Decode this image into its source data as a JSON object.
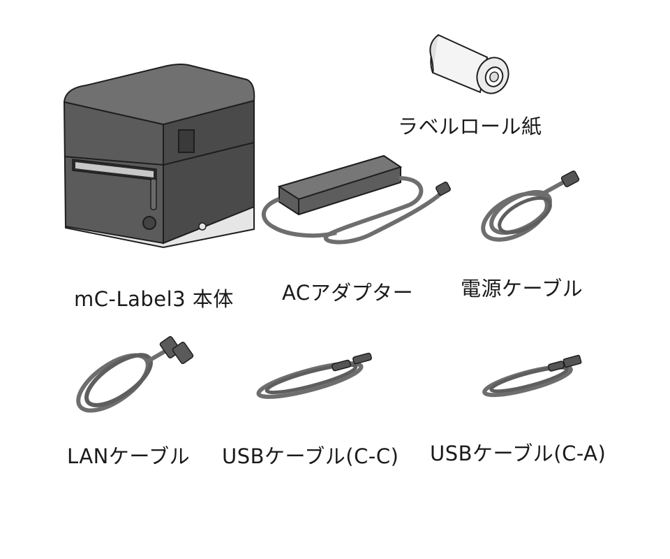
{
  "items": [
    {
      "label": "ラベルロール紙",
      "icon": "paper-roll-icon"
    },
    {
      "label": "mC-Label3 本体",
      "icon": "printer-icon"
    },
    {
      "label": "ACアダプター",
      "icon": "ac-adapter-icon"
    },
    {
      "label": "電源ケーブル",
      "icon": "power-cable-icon"
    },
    {
      "label": "LANケーブル",
      "icon": "lan-cable-icon"
    },
    {
      "label": "USBケーブル(C-C)",
      "icon": "usb-c-c-cable-icon"
    },
    {
      "label": "USBケーブル(C-A)",
      "icon": "usb-c-a-cable-icon"
    }
  ],
  "colors": {
    "printer_body": "#5b5b5b",
    "printer_base": "#e6e6e6",
    "cable": "#6e6e6e",
    "outline": "#1e1e1e"
  }
}
